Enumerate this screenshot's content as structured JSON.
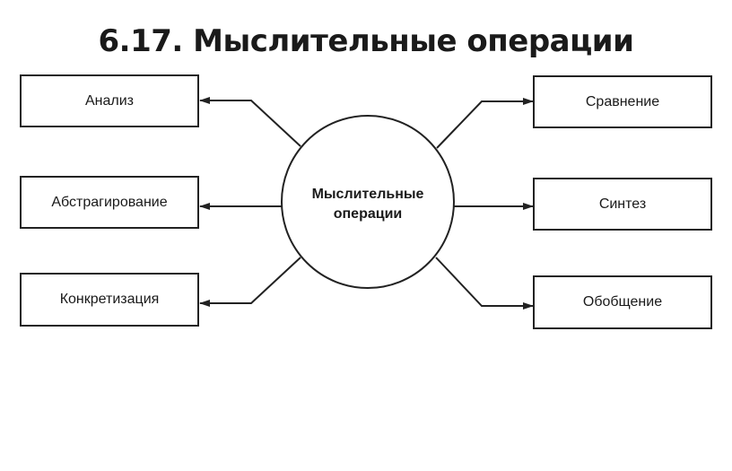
{
  "title": "6.17. Мыслительные операции",
  "center": {
    "line1": "Мыслительные",
    "line2": "операции"
  },
  "left": [
    "Анализ",
    "Абстрагирование",
    "Конкретизация"
  ],
  "right": [
    "Сравнение",
    "Синтез",
    "Обобщение"
  ]
}
